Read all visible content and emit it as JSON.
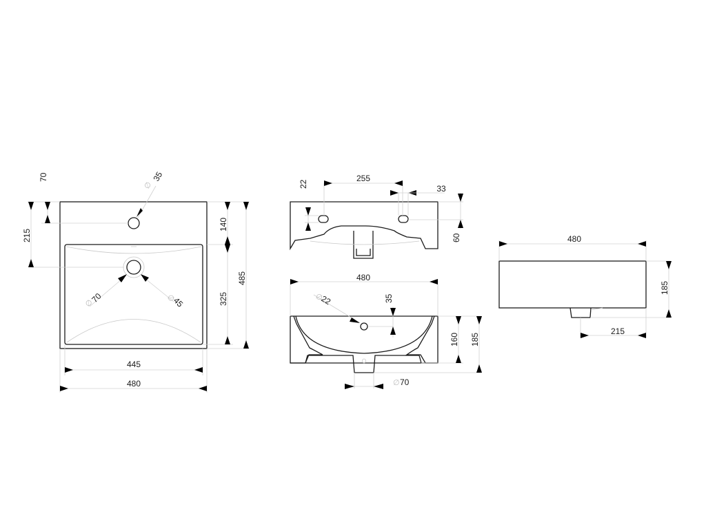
{
  "drawing": {
    "subject": "Washbasin technical drawing",
    "units": "mm",
    "top_view": {
      "dims": {
        "tap_hole_offset": "70",
        "tap_hole_diameter": "35",
        "waste_offset": "215",
        "deck_depth": "140",
        "bowl_depth": "325",
        "overall_depth": "485",
        "bowl_width": "445",
        "overall_width": "480",
        "waste_outer_diameter": "70",
        "waste_inner_diameter": "45",
        "dia_symbol": "∅"
      }
    },
    "back_view": {
      "dims": {
        "fixing_hole_height": "22",
        "fixing_hole_spacing": "255",
        "fixing_hole_width": "33",
        "fixing_hole_from_top": "60"
      }
    },
    "section_view": {
      "dims": {
        "overall_width": "480",
        "overflow_diameter": "22",
        "overflow_from_top": "35",
        "bowl_height": "160",
        "overall_height": "185",
        "waste_diameter": "70"
      }
    },
    "side_view": {
      "dims": {
        "overall_width": "480",
        "overall_height": "185",
        "waste_position": "215"
      }
    }
  }
}
